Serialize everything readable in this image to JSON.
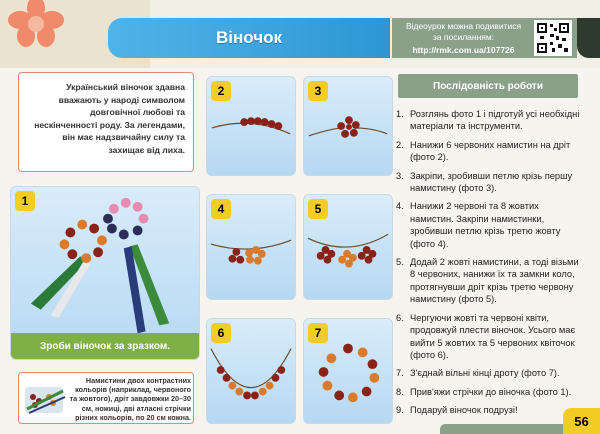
{
  "header": {
    "title": "Віночок",
    "video_line1": "Відеоурок можна подивитися",
    "video_line2": "за посиланням:",
    "video_url": "http://rmk.com.ua/107726"
  },
  "intro_text": "Український віночок здавна вважають у народі символом довговічної любові та нескінченності роду. За легендами, він має надзвичайну силу та захищає від лиха.",
  "photos": [
    {
      "num": "1",
      "caption": "Зроби віночок за зразком."
    },
    {
      "num": "2"
    },
    {
      "num": "3"
    },
    {
      "num": "4"
    },
    {
      "num": "5"
    },
    {
      "num": "6"
    },
    {
      "num": "7"
    }
  ],
  "materials_text": "Намистини двох контрастних кольорів (наприклад, червоного та жовтого), дріт завдовжки 20–30 см, ножиці, дві атласні стрічки різних кольорів, по 20 см кожна.",
  "steps_title": "Послідовність роботи",
  "steps": [
    {
      "num": "1.",
      "text": "Розглянь фото 1 і підготуй усі необхідні матеріали та інструменти."
    },
    {
      "num": "2.",
      "text": "Нанижи 6 червоних намистин на дріт (фото 2)."
    },
    {
      "num": "3.",
      "text": "Закріпи, зробивши петлю крізь першу намистину (фото 3)."
    },
    {
      "num": "4.",
      "text": "Нанижи 2 червоні та 8 жовтих намистин. Закріпи намистинки, зробивши петлю крізь третю жовту (фото 4)."
    },
    {
      "num": "5.",
      "text": "Додай 2 жовті намистини, а тоді візьми 8 червоних, нанижи їх та замкни коло, протягнувши дріт крізь третю червону намистину (фото 5)."
    },
    {
      "num": "6.",
      "text": "Чергуючи жовті та червоні квіти, продовжуй плести віночок. Усього має вийти 5 жовтих та 5 червоних квіточок (фото 6)."
    },
    {
      "num": "7.",
      "text": "З'єднай вільні кінці дроту (фото 7)."
    },
    {
      "num": "8.",
      "text": "Прив'яжи стрічки до віночка (фото 1)."
    },
    {
      "num": "9.",
      "text": "Подаруй віночок подрузі!"
    }
  ],
  "page_number": "56",
  "colors": {
    "title_blue": "#2e96d6",
    "panel_green": "#8aa089",
    "caption_green": "#7fb043",
    "badge_yellow": "#f3cd25",
    "frame_orange": "#e28a6c"
  }
}
